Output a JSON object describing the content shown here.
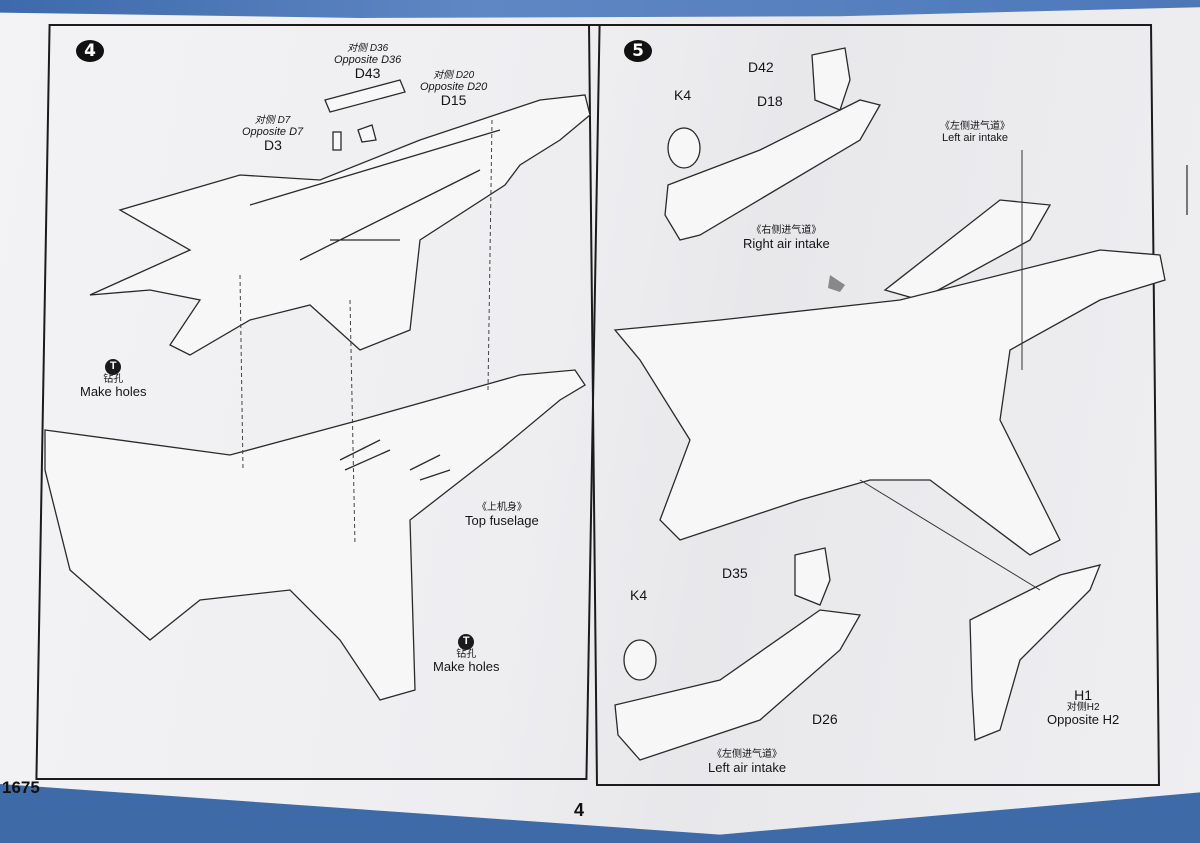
{
  "document": {
    "kit_code": "1675",
    "page_number": "4",
    "background_color": "#3f6aa8",
    "paper_color": "#efeff2"
  },
  "step4": {
    "step_number": "4",
    "parts": [
      {
        "part": "D43",
        "opposite_cn": "对侧 D36",
        "opposite_en": "Opposite D36"
      },
      {
        "part": "D15",
        "opposite_cn": "对侧 D20",
        "opposite_en": "Opposite D20"
      },
      {
        "part": "D3",
        "opposite_cn": "对侧 D7",
        "opposite_en": "Opposite D7"
      }
    ],
    "drill_notes": [
      {
        "icon": "T",
        "cn": "钻孔",
        "en": "Make holes"
      },
      {
        "icon": "T",
        "cn": "钻孔",
        "en": "Make holes"
      }
    ],
    "assembly_label": {
      "cn": "《上机身》",
      "en": "Top fuselage"
    }
  },
  "step5": {
    "step_number": "5",
    "parts_top": [
      {
        "part": "D42"
      },
      {
        "part": "K4"
      },
      {
        "part": "D18"
      }
    ],
    "right_intake_label": {
      "cn": "《右侧进气道》",
      "en": "Right air intake"
    },
    "left_intake_label_top": {
      "cn": "《左侧进气道》",
      "en": "Left air intake"
    },
    "parts_bottom": [
      {
        "part": "D35"
      },
      {
        "part": "K4"
      },
      {
        "part": "D26"
      }
    ],
    "left_intake_label_bottom": {
      "cn": "《左侧进气道》",
      "en": "Left air intake"
    },
    "wing_part": {
      "part": "H1",
      "opposite_cn": "对侧H2",
      "opposite_en": "Opposite H2"
    }
  }
}
